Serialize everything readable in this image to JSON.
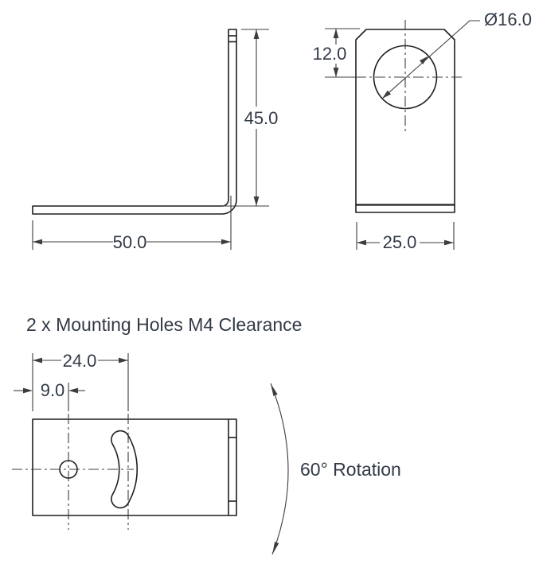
{
  "note_text": "2 x Mounting Holes M4 Clearance",
  "rotation_label": "60° Rotation",
  "dimensions": {
    "side_height": "45.0",
    "side_width": "50.0",
    "front_hole_offset": "12.0",
    "front_hole_diameter": "Ø16.0",
    "front_width": "25.0",
    "top_slot_offset": "24.0",
    "top_hole_offset": "9.0"
  },
  "colors": {
    "outline": "#1f1f1f",
    "thin_line": "#3d3d3d",
    "dim_text": "#323a46",
    "background": "#ffffff"
  }
}
